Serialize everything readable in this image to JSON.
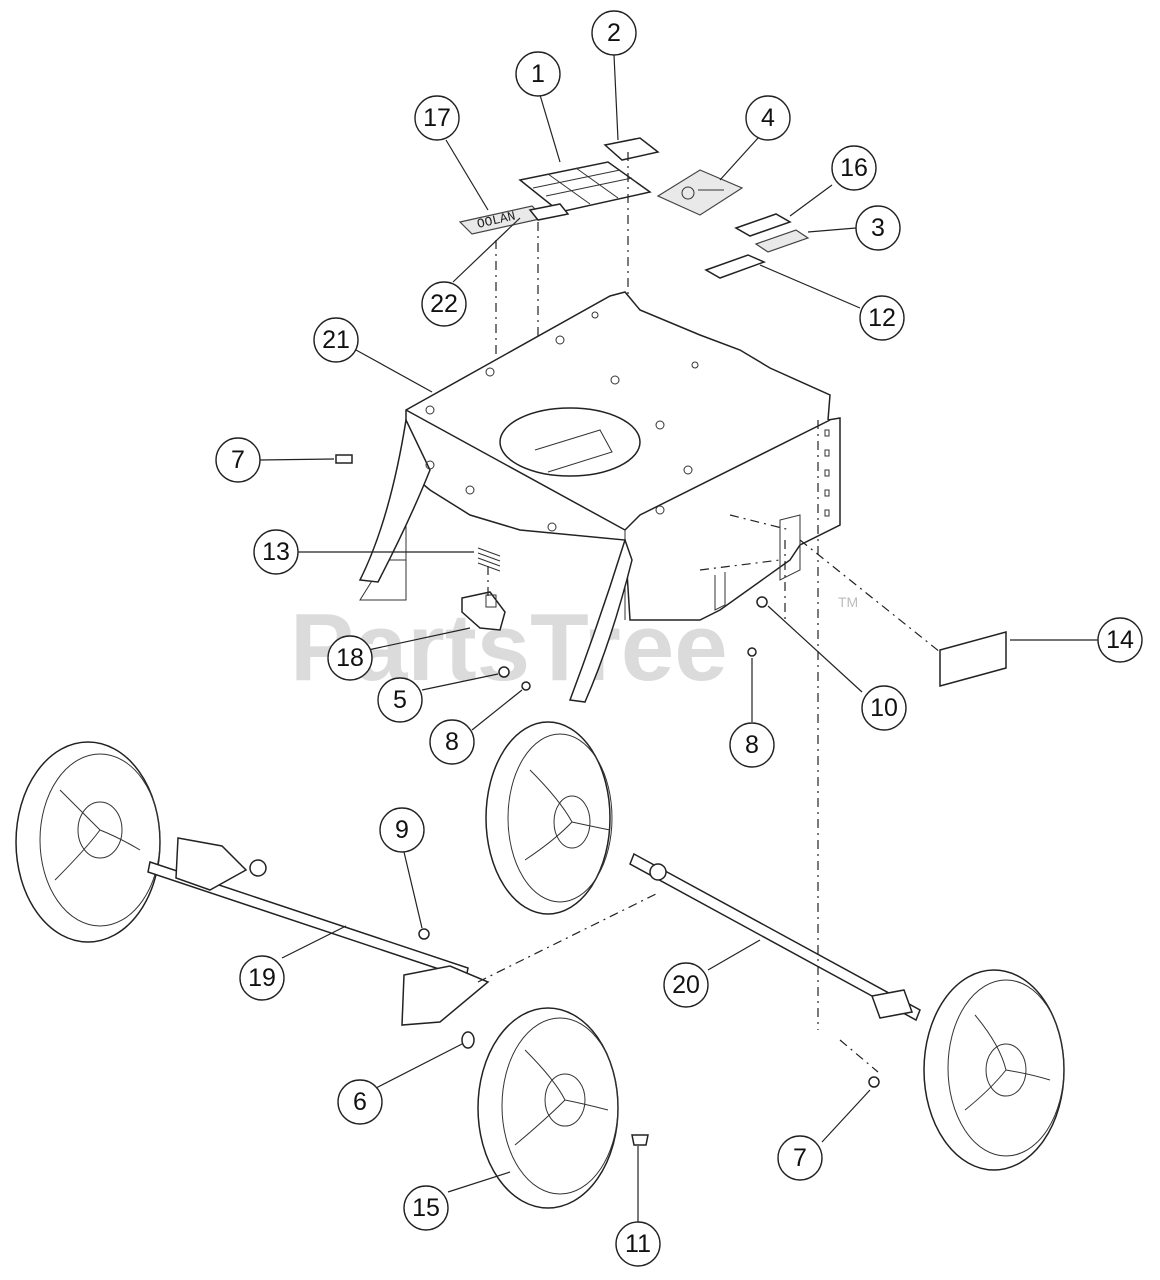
{
  "watermark": {
    "text": "PartsTree",
    "trademark": "TM"
  },
  "decal_text": "OOLAN",
  "callouts": [
    {
      "id": "c1",
      "label": "1",
      "part": "decal-panel"
    },
    {
      "id": "c2",
      "label": "2",
      "part": "decal-strip"
    },
    {
      "id": "c3",
      "label": "3",
      "part": "small-decal"
    },
    {
      "id": "c4",
      "label": "4",
      "part": "instruction-plate"
    },
    {
      "id": "c5",
      "label": "5",
      "part": "washer"
    },
    {
      "id": "c6",
      "label": "6",
      "part": "washer"
    },
    {
      "id": "c7a",
      "label": "7",
      "part": "screw"
    },
    {
      "id": "c7b",
      "label": "7",
      "part": "screw"
    },
    {
      "id": "c8a",
      "label": "8",
      "part": "nut"
    },
    {
      "id": "c8b",
      "label": "8",
      "part": "nut"
    },
    {
      "id": "c9",
      "label": "9",
      "part": "nut"
    },
    {
      "id": "c10",
      "label": "10",
      "part": "bolt"
    },
    {
      "id": "c11",
      "label": "11",
      "part": "wheel-bolt"
    },
    {
      "id": "c12",
      "label": "12",
      "part": "decal"
    },
    {
      "id": "c13",
      "label": "13",
      "part": "spring"
    },
    {
      "id": "c14",
      "label": "14",
      "part": "side-decal"
    },
    {
      "id": "c15",
      "label": "15",
      "part": "wheel"
    },
    {
      "id": "c16",
      "label": "16",
      "part": "decal"
    },
    {
      "id": "c17",
      "label": "17",
      "part": "name-decal"
    },
    {
      "id": "c18",
      "label": "18",
      "part": "height-adjuster-bracket"
    },
    {
      "id": "c19",
      "label": "19",
      "part": "front-axle"
    },
    {
      "id": "c20",
      "label": "20",
      "part": "rear-axle"
    },
    {
      "id": "c21",
      "label": "21",
      "part": "deck"
    },
    {
      "id": "c22",
      "label": "22",
      "part": "small-label"
    }
  ]
}
